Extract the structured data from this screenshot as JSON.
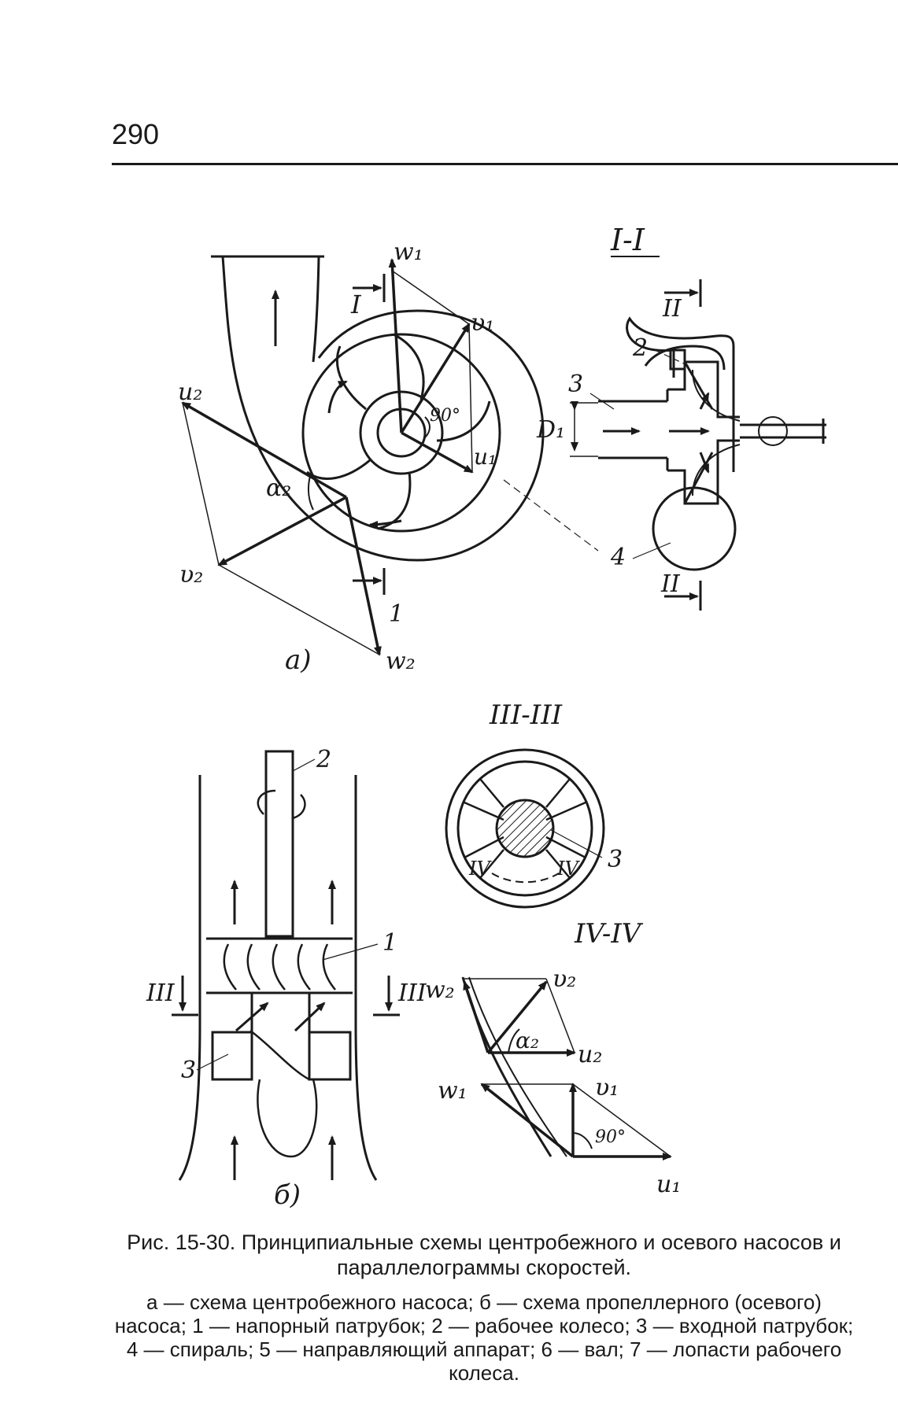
{
  "page": {
    "number": "290"
  },
  "figure": {
    "panel_a": {
      "panel_label": "а)",
      "labels": {
        "w1": "w₁",
        "v1": "υ₁",
        "u1": "u₁",
        "u2": "u₂",
        "v2": "υ₂",
        "w2": "w₂",
        "alpha2": "α₂",
        "angle90": "90°",
        "num1": "1",
        "sec_I": "I"
      }
    },
    "section_I": {
      "title": "I-I",
      "labels": {
        "num2": "2",
        "num3": "3",
        "num4": "4",
        "D1": "D₁",
        "sec_II_top": "II",
        "sec_II_bot": "II"
      }
    },
    "panel_b": {
      "panel_label": "б)",
      "labels": {
        "num1": "1",
        "num2": "2",
        "num3": "3",
        "sec_III_left": "III",
        "sec_III_right": "III"
      }
    },
    "section_III": {
      "title": "III-III",
      "labels": {
        "num3": "3",
        "iv_left": "IV",
        "iv_right": "IV"
      }
    },
    "section_IV": {
      "title": "IV-IV",
      "labels": {
        "w2": "w₂",
        "v2": "υ₂",
        "u2": "u₂",
        "alpha2": "α₂",
        "w1": "w₁",
        "v1": "υ₁",
        "u1": "u₁",
        "angle90": "90°"
      }
    }
  },
  "caption": {
    "title": "Рис. 15-30. Принципиальные схемы центробежного и осевого насосов и параллелограммы скоростей.",
    "legend": "а — схема центробежного насоса; б — схема пропеллерного (осевого) насоса; 1 — напорный патрубок; 2 — рабочее колесо; 3 — входной патрубок; 4 — спираль; 5 — направляющий аппарат; 6 — вал; 7 — лопасти рабочего колеса."
  }
}
